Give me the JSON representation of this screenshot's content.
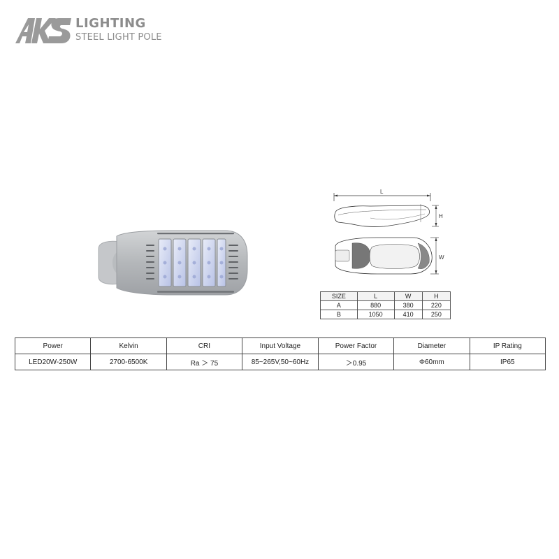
{
  "brand": {
    "logo_text": "AKS",
    "title": "LIGHTING",
    "subtitle": "STEEL LIGHT POLE",
    "color": "#8c8c8c"
  },
  "drawing": {
    "label_length": "L",
    "label_height": "H",
    "label_width": "W"
  },
  "size_table": {
    "headers": [
      "SIZE",
      "L",
      "W",
      "H"
    ],
    "rows": [
      [
        "A",
        "880",
        "380",
        "220"
      ],
      [
        "B",
        "1050",
        "410",
        "250"
      ]
    ]
  },
  "spec_table": {
    "headers": [
      "Power",
      "Kelvin",
      "CRI",
      "Input Voltage",
      "Power Factor",
      "Diameter",
      "IP Rating"
    ],
    "values": [
      "LED20W-250W",
      "2700-6500K",
      "Ra ＞ 75",
      "85~265V,50~60Hz",
      "＞0.95",
      "Φ60mm",
      "IP65"
    ]
  }
}
